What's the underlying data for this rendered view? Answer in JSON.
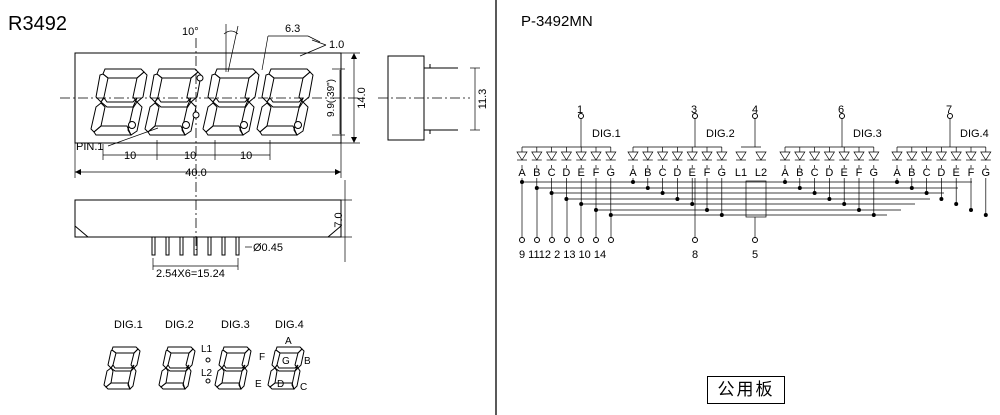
{
  "left_panel": {
    "model": "R3492",
    "dims": {
      "angle": "10°",
      "dp_gap": "6.3",
      "dp_size": "1.0",
      "digit_height": "9.9(.39\")",
      "height": "14.0",
      "pin1": "PIN.1",
      "pitch_labels": [
        "10",
        "10",
        "10"
      ],
      "width": "40.0",
      "side_height": "11.3",
      "depth": "7.0",
      "pin_diameter": "Ø0.45",
      "pin_pitch": "2.54X6=15.24"
    },
    "bottom_labels": {
      "digits": [
        "DIG.1",
        "DIG.2",
        "DIG.3",
        "DIG.4"
      ],
      "l1": "L1",
      "l2": "L2",
      "segments": [
        "A",
        "B",
        "C",
        "D",
        "E",
        "F",
        "G"
      ]
    }
  },
  "right_panel": {
    "model": "P-3492MN",
    "common_pins": [
      "1",
      "3",
      "4",
      "6",
      "7"
    ],
    "digit_groups": [
      "DIG.1",
      "DIG.2",
      "DIG.3",
      "DIG.4"
    ],
    "diode_letters_group": [
      "A",
      "B",
      "C",
      "D",
      "E",
      "F",
      "G"
    ],
    "diode_letters_colon": [
      "L1",
      "L2"
    ],
    "bottom_pins_left": "9 1112 2 13 10 14",
    "bottom_pin_8": "8",
    "bottom_pin_5": "5",
    "stamp": "公用板"
  }
}
